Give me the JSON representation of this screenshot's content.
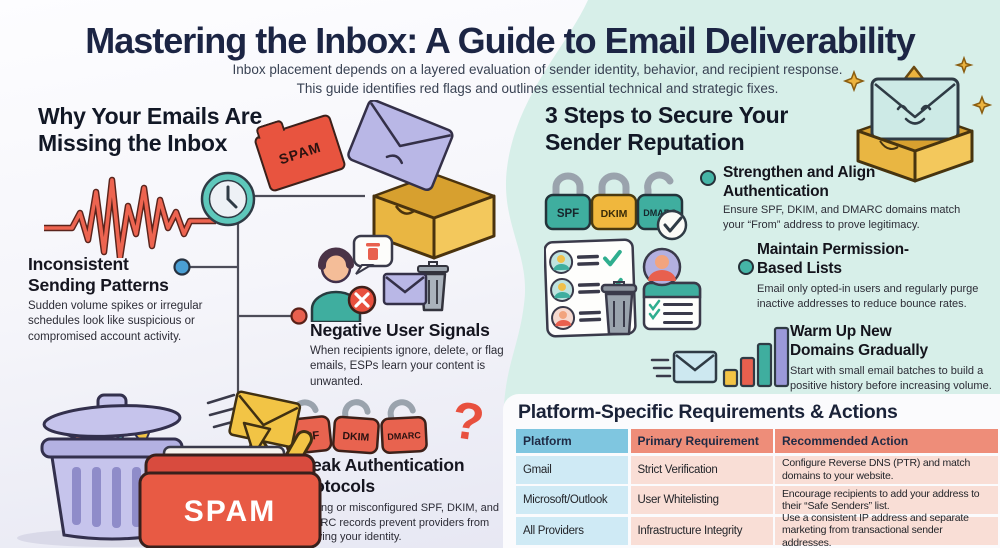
{
  "palette": {
    "navy_text": "#1c2544",
    "body_text": "#2c2c36",
    "coral_accent": "#e8604e",
    "teal_accent": "#3fae9f",
    "gold_accent": "#e9b642",
    "lavender_accent": "#b9b7e6",
    "mint_background": "#d7efe9",
    "blue_dot": "#4a9fd4",
    "table_header_blue": "#7fc6e0",
    "table_header_salmon": "#ee8d79",
    "table_cell_blue": "#cfeaf5",
    "table_cell_pink": "#f9ded6"
  },
  "header": {
    "title": "Mastering the Inbox: A Guide to Email Deliverability",
    "subtitle_line1": "Inbox placement depends on a layered evaluation of sender identity, behavior, and recipient response.",
    "subtitle_line2": "This guide identifies red flags and outlines essential technical and strategic fixes."
  },
  "left_section": {
    "heading": "Why Your Emails Are Missing the Inbox",
    "items": [
      {
        "title": "Inconsistent Sending Patterns",
        "description": "Sudden volume spikes or irregular schedules look like suspicious or compromised account activity."
      },
      {
        "title": "Negative User Signals",
        "description": "When recipients ignore, delete, or flag emails, ESPs learn your content is unwanted."
      },
      {
        "title": "Weak Authentication Protocols",
        "description": "Missing or misconfigured SPF, DKIM, and DMARC records prevent providers from verifying your identity."
      }
    ],
    "lock_labels": [
      "SPF",
      "DKIM",
      "DMARC"
    ],
    "question_mark": "?",
    "spam_folder_label": "SPAM",
    "spam_bin_label": "SPAM"
  },
  "right_section": {
    "heading": "3 Steps to Secure Your Sender Reputation",
    "lock_labels": [
      "SPF",
      "DKIM",
      "DMARC"
    ],
    "steps": [
      {
        "title": "Strengthen and Align Authentication",
        "description": "Ensure SPF, DKIM, and DMARC domains match your “From” address to prove legitimacy."
      },
      {
        "title": "Maintain Permission-Based Lists",
        "description": "Email only opted-in users and regularly purge inactive addresses to reduce bounce rates."
      },
      {
        "title": "Warm Up New Domains Gradually",
        "description": "Start with small email batches to build a positive history before increasing volume."
      }
    ]
  },
  "table_section": {
    "heading": "Platform-Specific Requirements & Actions",
    "columns": [
      "Platform",
      "Primary Requirement",
      "Recommended Action"
    ],
    "rows": [
      {
        "platform": "Gmail",
        "requirement": "Strict Verification",
        "action": "Configure Reverse DNS (PTR) and match domains to your website."
      },
      {
        "platform": "Microsoft/Outlook",
        "requirement": "User Whitelisting",
        "action": "Encourage recipients to add your address to their “Safe Senders” list."
      },
      {
        "platform": "All Providers",
        "requirement": "Infrastructure Integrity",
        "action": "Use a consistent IP address and separate marketing from transactional sender addresses."
      }
    ]
  }
}
